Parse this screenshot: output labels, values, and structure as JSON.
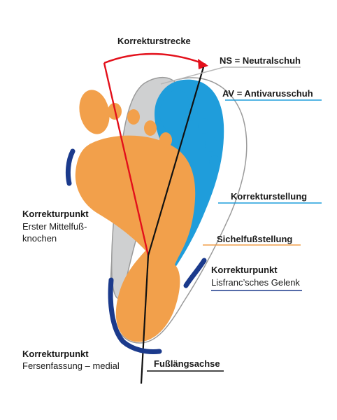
{
  "labels": {
    "korrekturstrecke": "Korrekturstrecke",
    "neutralschuh": "NS = Neutralschuh",
    "antivarusschuh": "AV = Antivarusschuh",
    "korrekturstellung": "Korrekturstellung",
    "sichelfussstellung": "Sichelfußstellung",
    "kp1_title": "Korrekturpunkt",
    "kp1_line1": "Erster Mittelfuß-",
    "kp1_line2": "knochen",
    "kp2_title": "Korrekturpunkt",
    "kp2_line1": "Lisfranc’sches Gelenk",
    "kp3_title": "Korrekturpunkt",
    "kp3_line1": "Fersenfassung – medial",
    "fusslaengsachse": "Fußlängsachse"
  },
  "colors": {
    "orange": "#f2a04b",
    "blue": "#1f9ddb",
    "gray": "#cfd0d1",
    "navy": "#1b3a8c",
    "red": "#e3101b",
    "line_gray": "#b8b8b8",
    "line_blue": "#1f9ddb",
    "line_orange": "#f2a04b",
    "line_navy": "#1b3a8c"
  }
}
